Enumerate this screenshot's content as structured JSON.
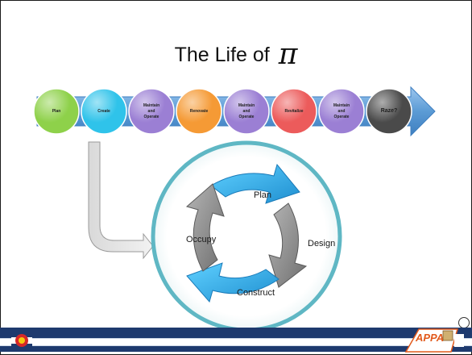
{
  "slide": {
    "title_text": "The Life of",
    "title_symbol": "π"
  },
  "timeline": {
    "stages": [
      {
        "label": "Plan",
        "color": "#8ed14a"
      },
      {
        "label": "Create",
        "color": "#2fc3ea"
      },
      {
        "label": "Maintain and Operate",
        "color": "#9b7fd4"
      },
      {
        "label": "Renovate",
        "color": "#f59a35"
      },
      {
        "label": "Maintain and Operate",
        "color": "#9b7fd4"
      },
      {
        "label": "Revitalize",
        "color": "#ec5b5b"
      },
      {
        "label": "Maintain and Operate",
        "color": "#9b7fd4"
      },
      {
        "label": "Raze?",
        "color": "#4a4a4a"
      }
    ],
    "bar_color": "#5b9bd5"
  },
  "cycle": {
    "labels": {
      "plan": "Plan",
      "design": "Design",
      "construct": "Construct",
      "occupy": "Occupy"
    },
    "ring_color": "#5fb7c4",
    "blue_arrow": "#2aa3e0",
    "gray_arrow": "#8c8c8c"
  },
  "footer": {
    "logo_text": "APPA",
    "logo_color": "#e25a1c",
    "bar_color": "#1e3a6e",
    "flag_icon": "colorado-flag-icon"
  }
}
